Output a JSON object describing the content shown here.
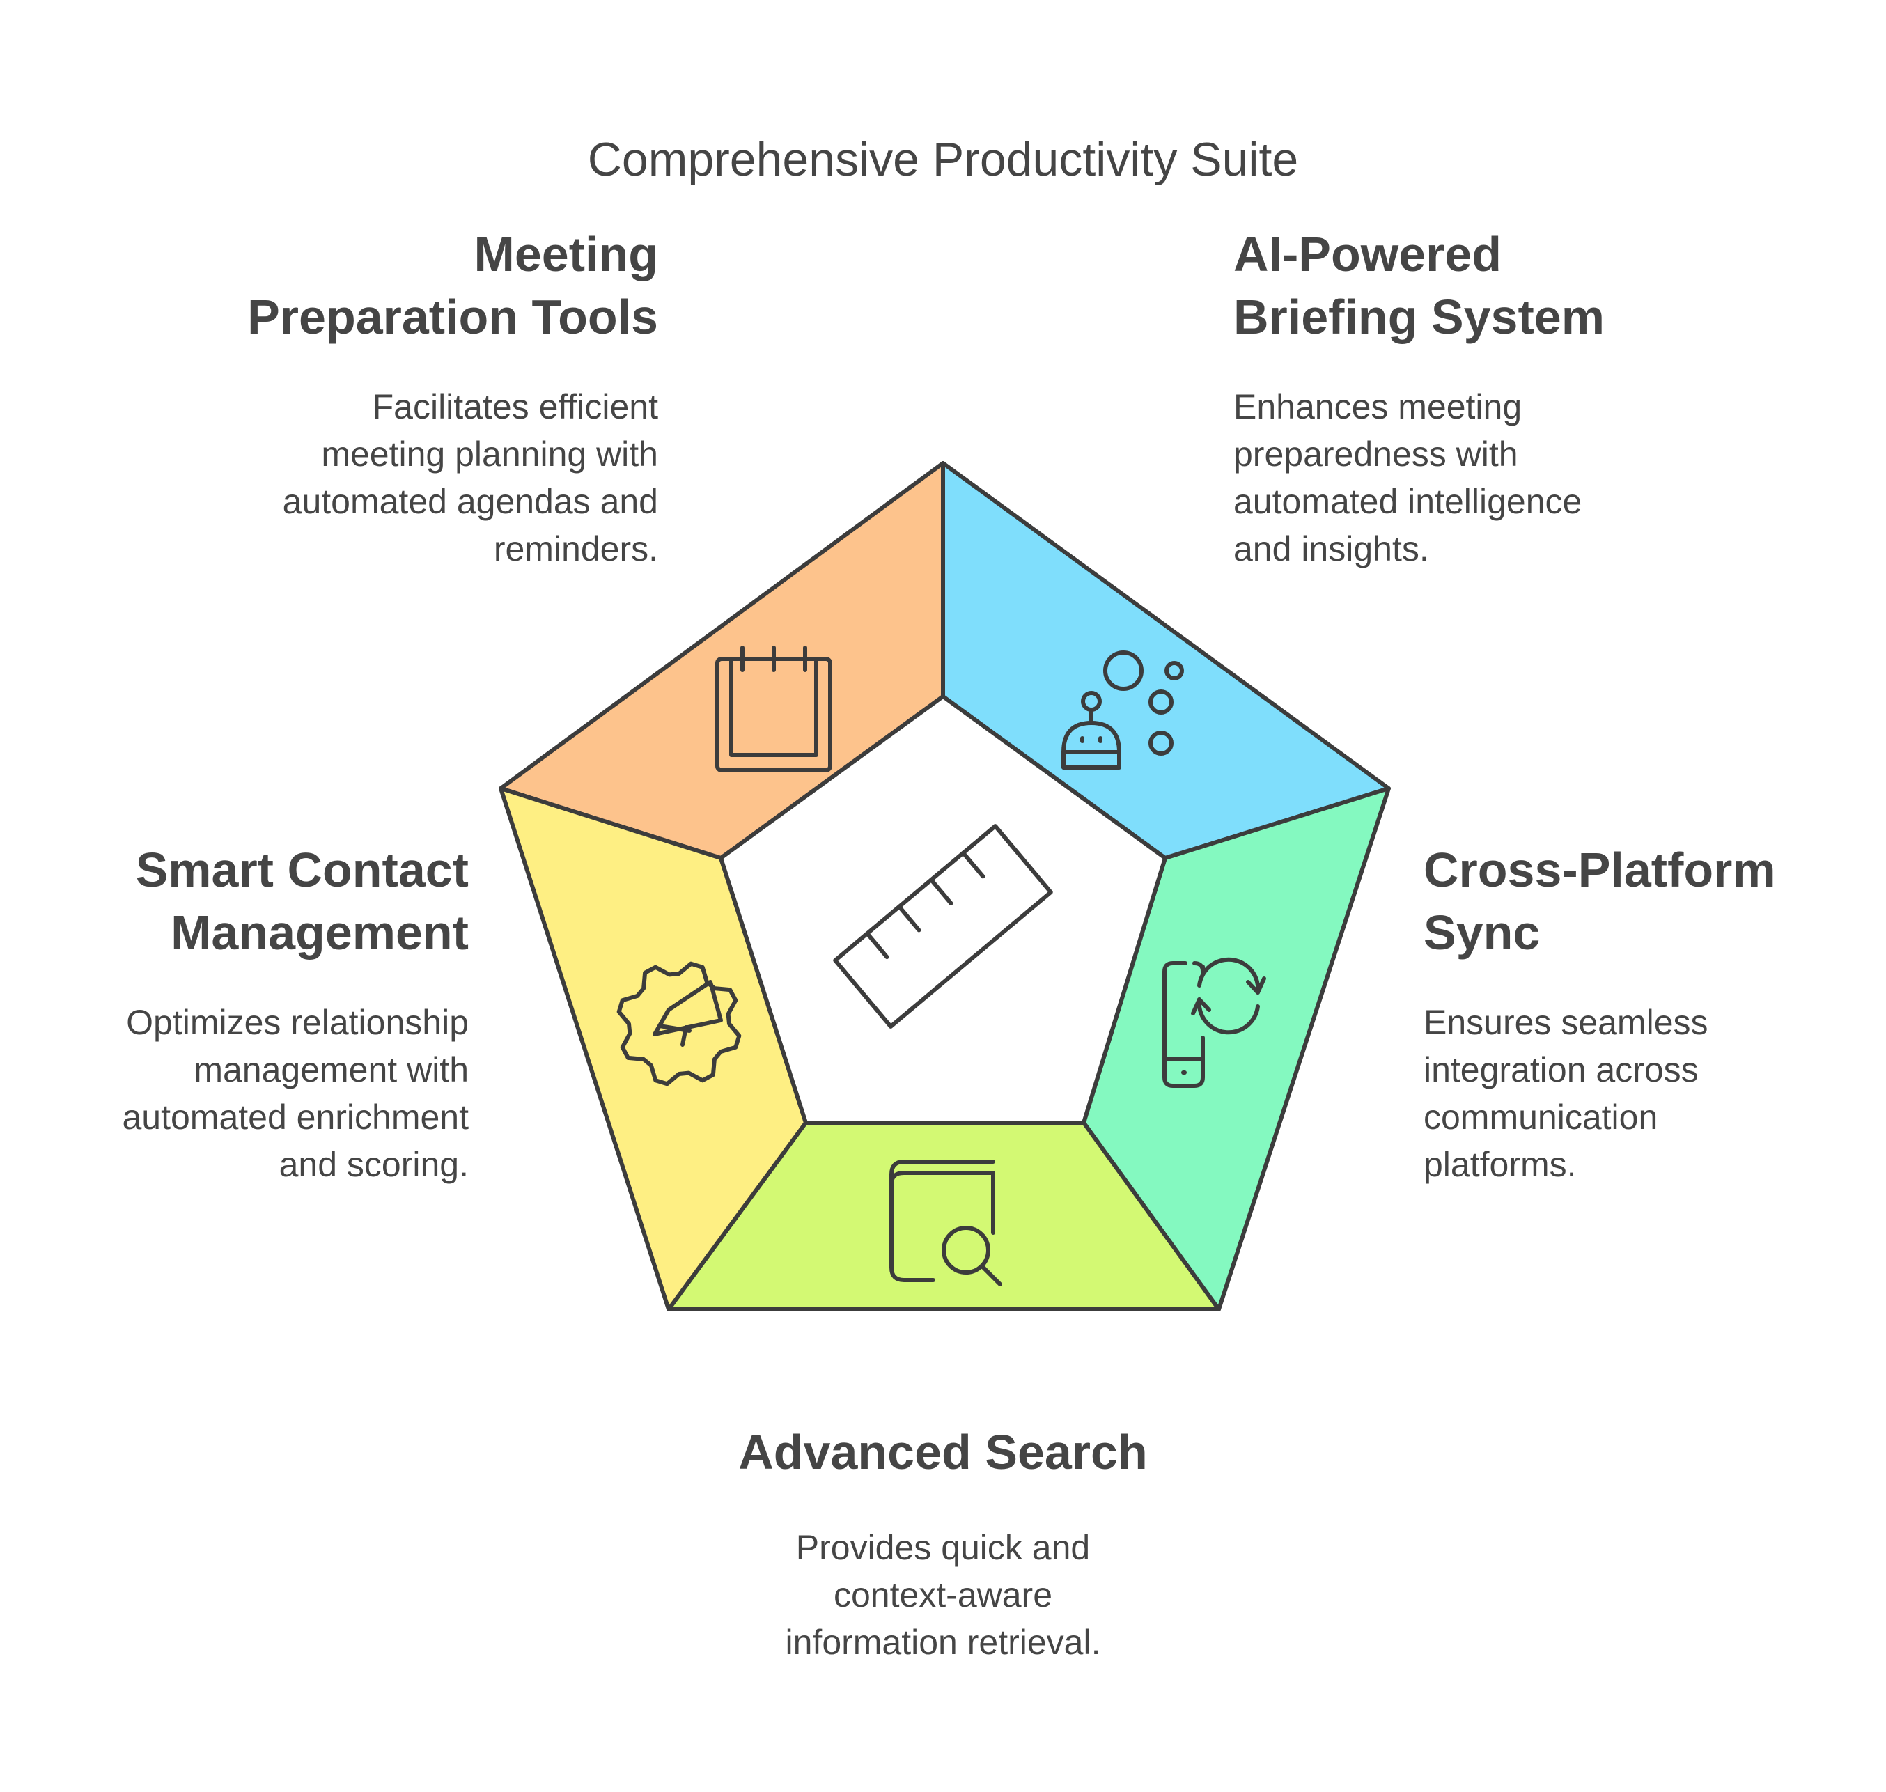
{
  "title": "Comprehensive Productivity Suite",
  "colors": {
    "meeting": "#FDC38C",
    "briefing": "#7FDEFC",
    "sync": "#84F9C0",
    "search": "#D3F973",
    "contact": "#FEEF83",
    "outline": "#3C3C3C",
    "text": "#454545"
  },
  "center_icon": "ruler-icon",
  "segments": {
    "meeting": {
      "heading": [
        "Meeting",
        "Preparation Tools"
      ],
      "description": [
        "Facilitates efficient",
        "meeting planning with",
        "automated agendas and",
        "reminders."
      ],
      "icon": "calendar-icon"
    },
    "briefing": {
      "heading": [
        "AI-Powered",
        "Briefing System"
      ],
      "description": [
        "Enhances meeting",
        "preparedness with",
        "automated intelligence",
        "and insights."
      ],
      "icon": "robot-bubbles-icon"
    },
    "contact": {
      "heading": [
        "Smart Contact",
        "Management"
      ],
      "description": [
        "Optimizes relationship",
        "management with",
        "automated enrichment",
        "and scoring."
      ],
      "icon": "megaphone-gear-icon"
    },
    "sync": {
      "heading": [
        "Cross-Platform",
        "Sync"
      ],
      "description": [
        "Ensures seamless",
        "integration across",
        "communication",
        "platforms."
      ],
      "icon": "phone-sync-icon"
    },
    "search": {
      "heading": [
        "Advanced Search"
      ],
      "description": [
        "Provides quick and",
        "context-aware",
        "information retrieval."
      ],
      "icon": "book-search-icon"
    }
  }
}
